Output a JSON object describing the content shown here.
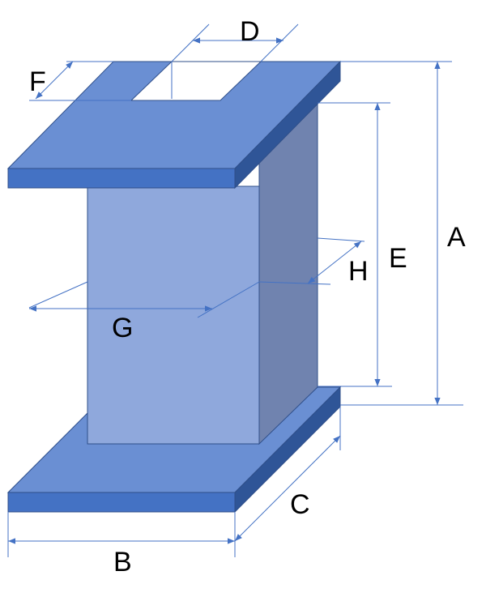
{
  "labels": {
    "A": "A",
    "B": "B",
    "C": "C",
    "D": "D",
    "E": "E",
    "F": "F",
    "G": "G",
    "H": "H"
  },
  "colors": {
    "flange_top": "#6A8FD3",
    "flange_edge": "#4472C4",
    "flange_side": "#2F5597",
    "web_front": "#8FA8DC",
    "web_side": "#7083AF",
    "dimension": "#4472C4",
    "outline": "#2F4F8A"
  }
}
